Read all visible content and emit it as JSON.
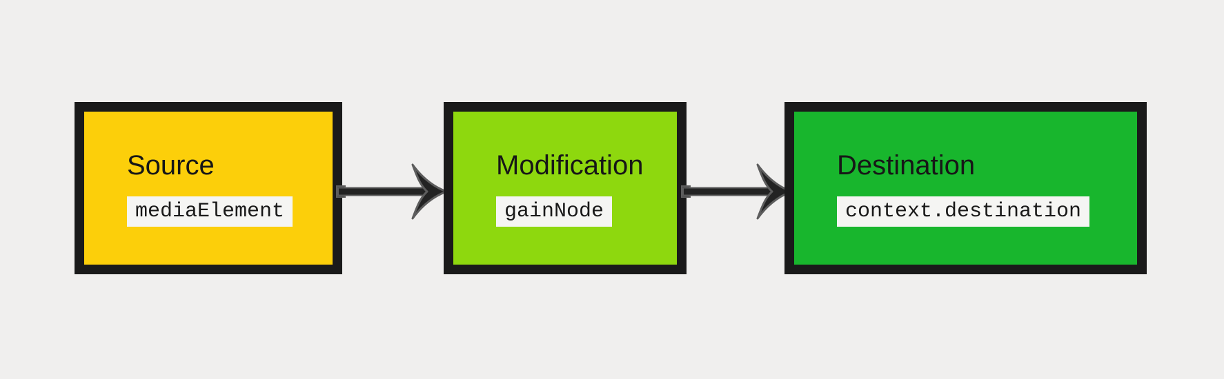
{
  "canvas": {
    "background": "#f0efee"
  },
  "diagram": {
    "nodes": [
      {
        "id": "source",
        "title": "Source",
        "code": "mediaElement",
        "fill": "#fccf0a"
      },
      {
        "id": "modification",
        "title": "Modification",
        "code": "gainNode",
        "fill": "#8ed80e"
      },
      {
        "id": "destination",
        "title": "Destination",
        "code": "context.destination",
        "fill": "#18b62d"
      }
    ],
    "arrows": [
      {
        "from": "Source",
        "to": "Modification"
      },
      {
        "from": "Modification",
        "to": "Destination"
      }
    ],
    "colors": {
      "node_border": "#1a1a1a",
      "code_chip_bg": "#f5f5f3",
      "title_text": "#171717",
      "code_text": "#191919",
      "arrow_fill": "#232323",
      "arrow_outline": "#5d5d5d"
    }
  }
}
